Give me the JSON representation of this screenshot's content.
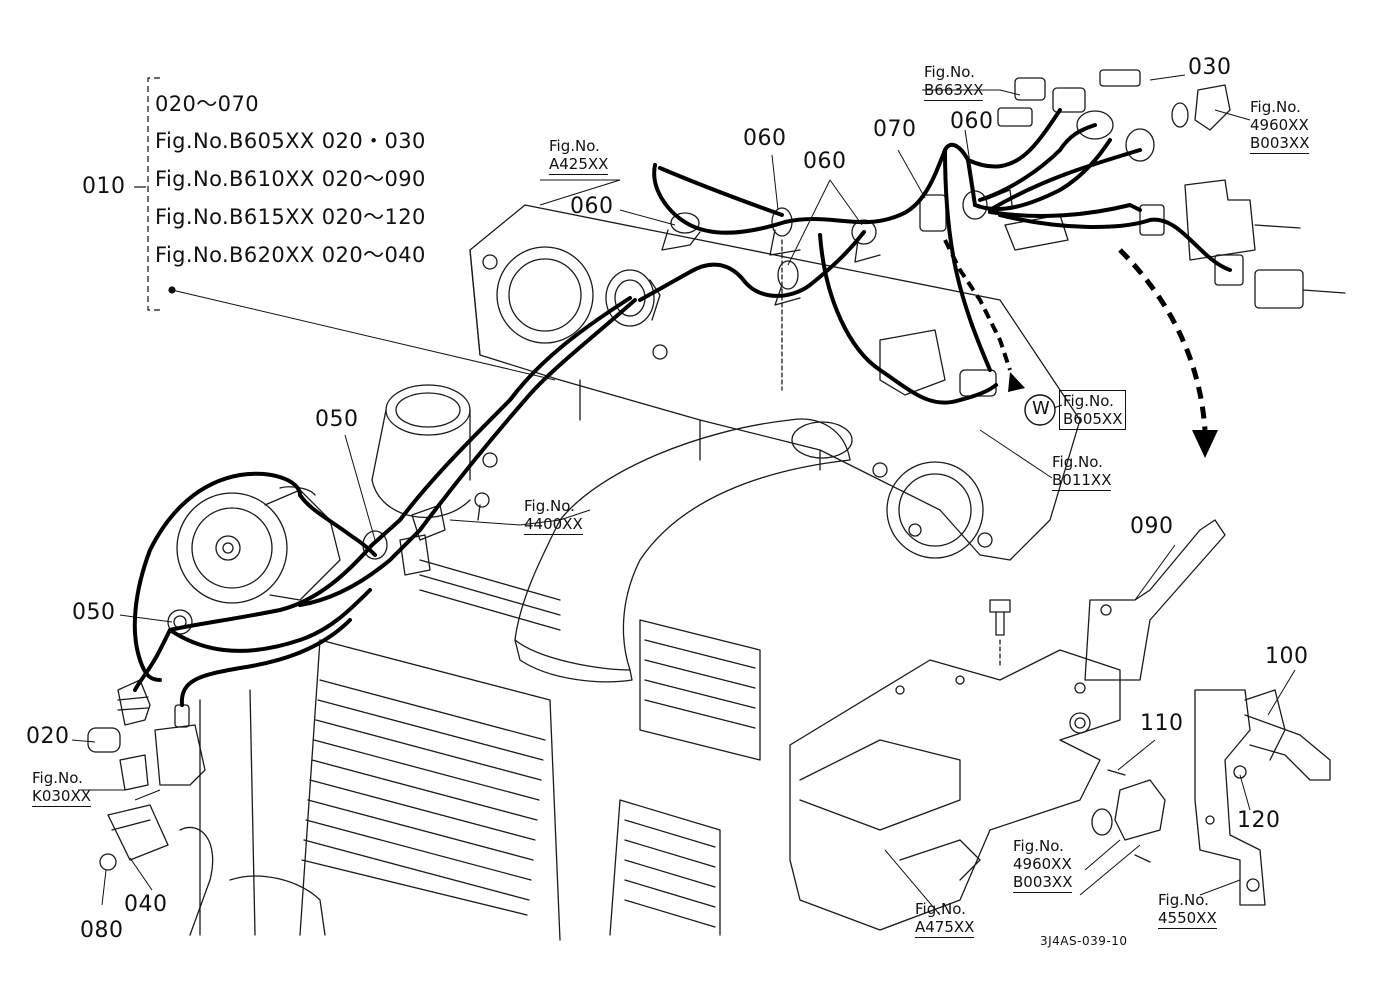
{
  "group": {
    "part_number": "010",
    "rows": [
      "020～070",
      "Fig.No.B605XX  020・030",
      "Fig.No.B610XX  020～090",
      "Fig.No.B615XX  020～120",
      "Fig.No.B620XX  020～040"
    ]
  },
  "parts": {
    "p020": "020",
    "p030": "030",
    "p040": "040",
    "p050a": "050",
    "p050b": "050",
    "p060a": "060",
    "p060b": "060",
    "p060c": "060",
    "p060d": "060",
    "p070": "070",
    "p080": "080",
    "p090": "090",
    "p100": "100",
    "p110": "110",
    "p120": "120"
  },
  "figs": {
    "a425": [
      "Fig.No.",
      "A425XX"
    ],
    "b663": [
      "Fig.No.",
      "B663XX"
    ],
    "f4960_top": [
      "Fig.No.",
      "4960XX",
      "B003XX"
    ],
    "b605": [
      "Fig.No.",
      "B605XX"
    ],
    "b011": [
      "Fig.No.",
      "B011XX"
    ],
    "f4400": [
      "Fig.No.",
      "4400XX"
    ],
    "k030": [
      "Fig.No.",
      "K030XX"
    ],
    "a475": [
      "Fig.No.",
      "A475XX"
    ],
    "f4960_bot": [
      "Fig.No.",
      "4960XX",
      "B003XX"
    ],
    "f4550": [
      "Fig.No.",
      "4550XX"
    ]
  },
  "wire_marker": "W",
  "drawing_code": "3J4AS-039-10"
}
